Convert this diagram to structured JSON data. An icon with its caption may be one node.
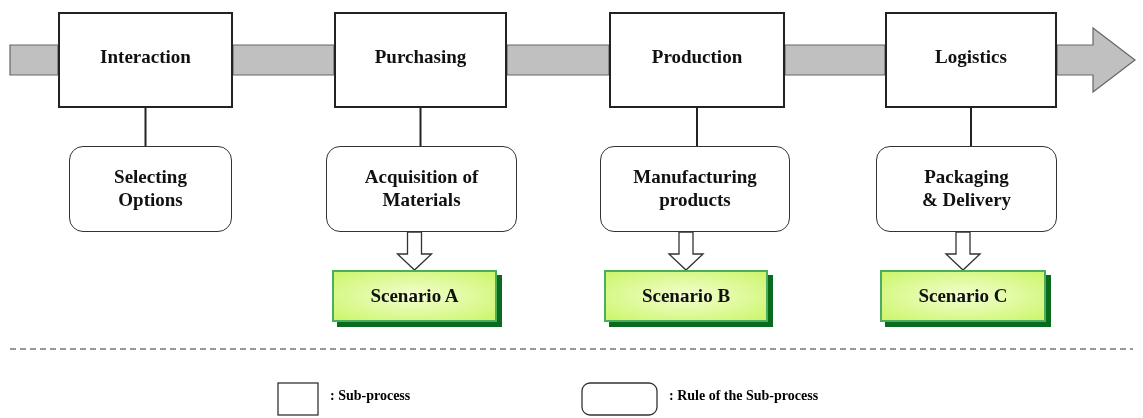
{
  "diagram": {
    "nodes": [
      {
        "text": [
          "Interaction"
        ]
      },
      {
        "text": [
          "Purchasing"
        ]
      },
      {
        "text": [
          "Production"
        ]
      },
      {
        "text": [
          "Logistics"
        ]
      },
      {
        "text": [
          "Selecting Options"
        ]
      },
      {
        "text": [
          "Acquisition of Materials"
        ]
      },
      {
        "text": [
          "Manufacturing products"
        ]
      },
      {
        "text": [
          "Packaging & Delivery"
        ]
      },
      {
        "text": [
          "Scenario A"
        ]
      },
      {
        "text": [
          "Scenario B"
        ]
      },
      {
        "text": [
          "Scenario C"
        ]
      }
    ],
    "edges": [
      {
        "from": null,
        "to": 0,
        "arrow": "none",
        "style": "thick",
        "color": "#c0c0c0"
      },
      {
        "from": 0,
        "to": 1,
        "arrow": "none",
        "style": "thick",
        "color": "#c0c0c0"
      },
      {
        "from": 1,
        "to": 2,
        "arrow": "none",
        "style": "thick",
        "color": "#c0c0c0"
      },
      {
        "from": 2,
        "to": 3,
        "arrow": "none",
        "style": "thick",
        "color": "#c0c0c0"
      },
      {
        "from": 3,
        "to": null,
        "arrow": "to",
        "style": "thick",
        "color": "#c0c0c0"
      },
      {
        "from": 0,
        "to": 4,
        "arrow": "none"
      },
      {
        "from": 1,
        "to": 5,
        "arrow": "none"
      },
      {
        "from": 2,
        "to": 6,
        "arrow": "none"
      },
      {
        "from": 3,
        "to": 7,
        "arrow": "none"
      },
      {
        "from": 5,
        "to": 8,
        "arrow": "to",
        "style": "thick"
      },
      {
        "from": 6,
        "to": 9,
        "arrow": "to",
        "style": "thick"
      },
      {
        "from": 7,
        "to": 10,
        "arrow": "to",
        "style": "thick"
      }
    ],
    "legend": [
      {
        "text": ": Sub-process"
      },
      {
        "text": ": Rule of the Sub-process"
      }
    ]
  }
}
